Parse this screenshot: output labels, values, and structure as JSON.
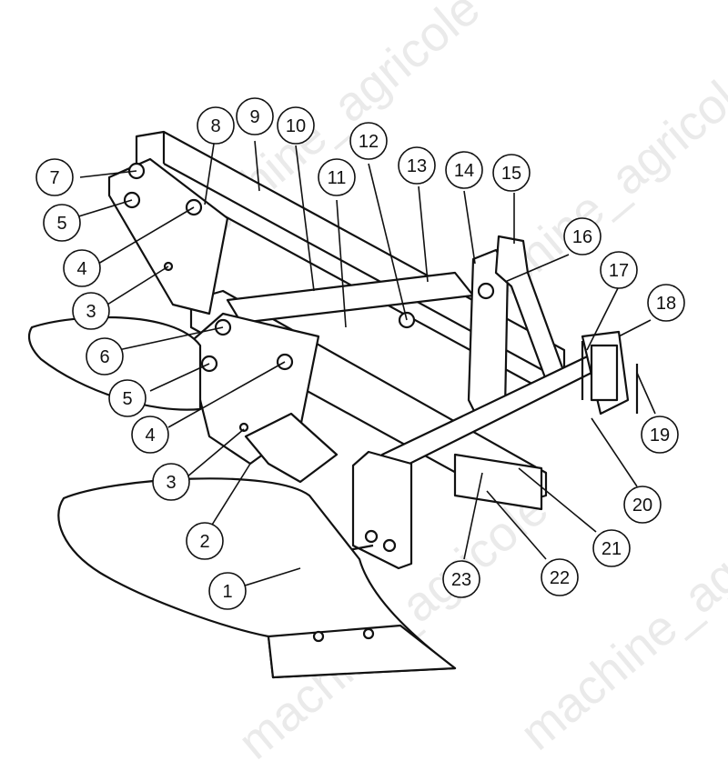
{
  "watermark": "machine_agricole",
  "callouts": [
    {
      "label": "1"
    },
    {
      "label": "2"
    },
    {
      "label": "3"
    },
    {
      "label": "3"
    },
    {
      "label": "4"
    },
    {
      "label": "4"
    },
    {
      "label": "5"
    },
    {
      "label": "5"
    },
    {
      "label": "6"
    },
    {
      "label": "7"
    },
    {
      "label": "8"
    },
    {
      "label": "9"
    },
    {
      "label": "10"
    },
    {
      "label": "11"
    },
    {
      "label": "12"
    },
    {
      "label": "13"
    },
    {
      "label": "14"
    },
    {
      "label": "15"
    },
    {
      "label": "16"
    },
    {
      "label": "17"
    },
    {
      "label": "18"
    },
    {
      "label": "19"
    },
    {
      "label": "20"
    },
    {
      "label": "21"
    },
    {
      "label": "22"
    },
    {
      "label": "23"
    }
  ]
}
